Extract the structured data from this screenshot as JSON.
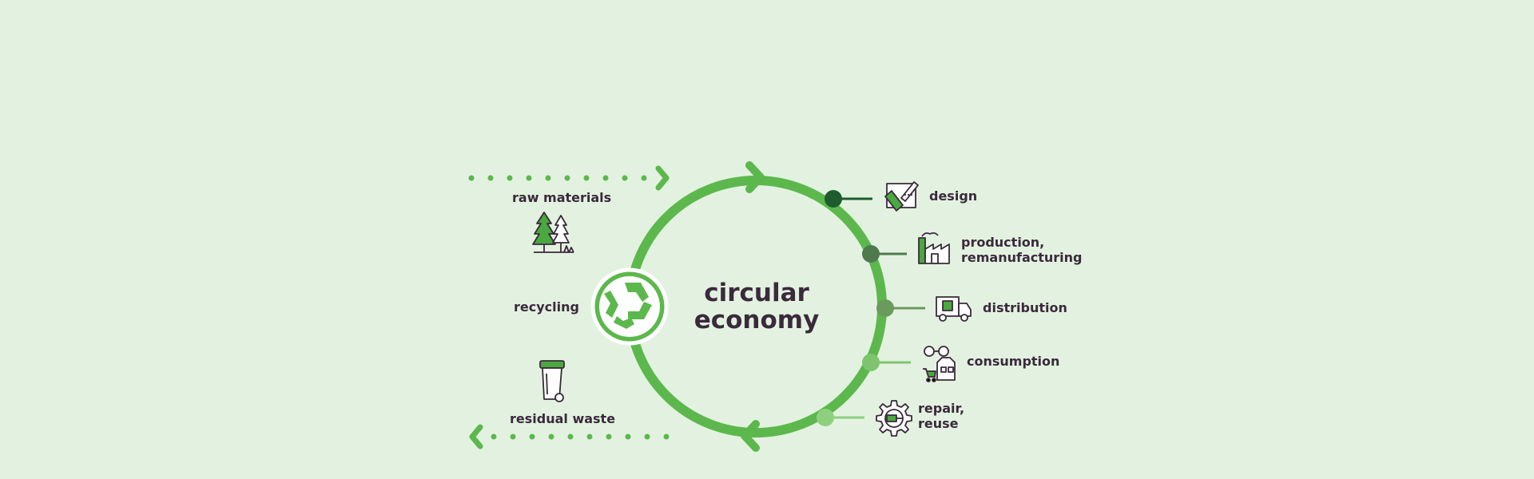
{
  "title": {
    "line1": "circular",
    "line2": "economy"
  },
  "inflow": {
    "label": "raw materials",
    "icon": "trees-icon"
  },
  "recycling": {
    "label": "recycling",
    "icon": "recycle-icon"
  },
  "outflow": {
    "label": "residual waste",
    "icon": "trash-bin-icon"
  },
  "stages": [
    {
      "line1": "design",
      "line2": "",
      "icon": "drafting-icon",
      "dot_color": "#1e5c2f"
    },
    {
      "line1": "production,",
      "line2": "remanufacturing",
      "icon": "factory-icon",
      "dot_color": "#4e7a4e"
    },
    {
      "line1": "distribution",
      "line2": "",
      "icon": "delivery-truck-icon",
      "dot_color": "#6a9a5c"
    },
    {
      "line1": "consumption",
      "line2": "",
      "icon": "shopping-icon",
      "dot_color": "#7ec46e"
    },
    {
      "line1": "repair,",
      "line2": "reuse",
      "icon": "gear-repair-icon",
      "dot_color": "#8fd07e"
    }
  ],
  "colors": {
    "background": "#e3f2e0",
    "ring": "#5cb84c",
    "text": "#3a2a3c",
    "icon_green": "#4aa83e"
  }
}
